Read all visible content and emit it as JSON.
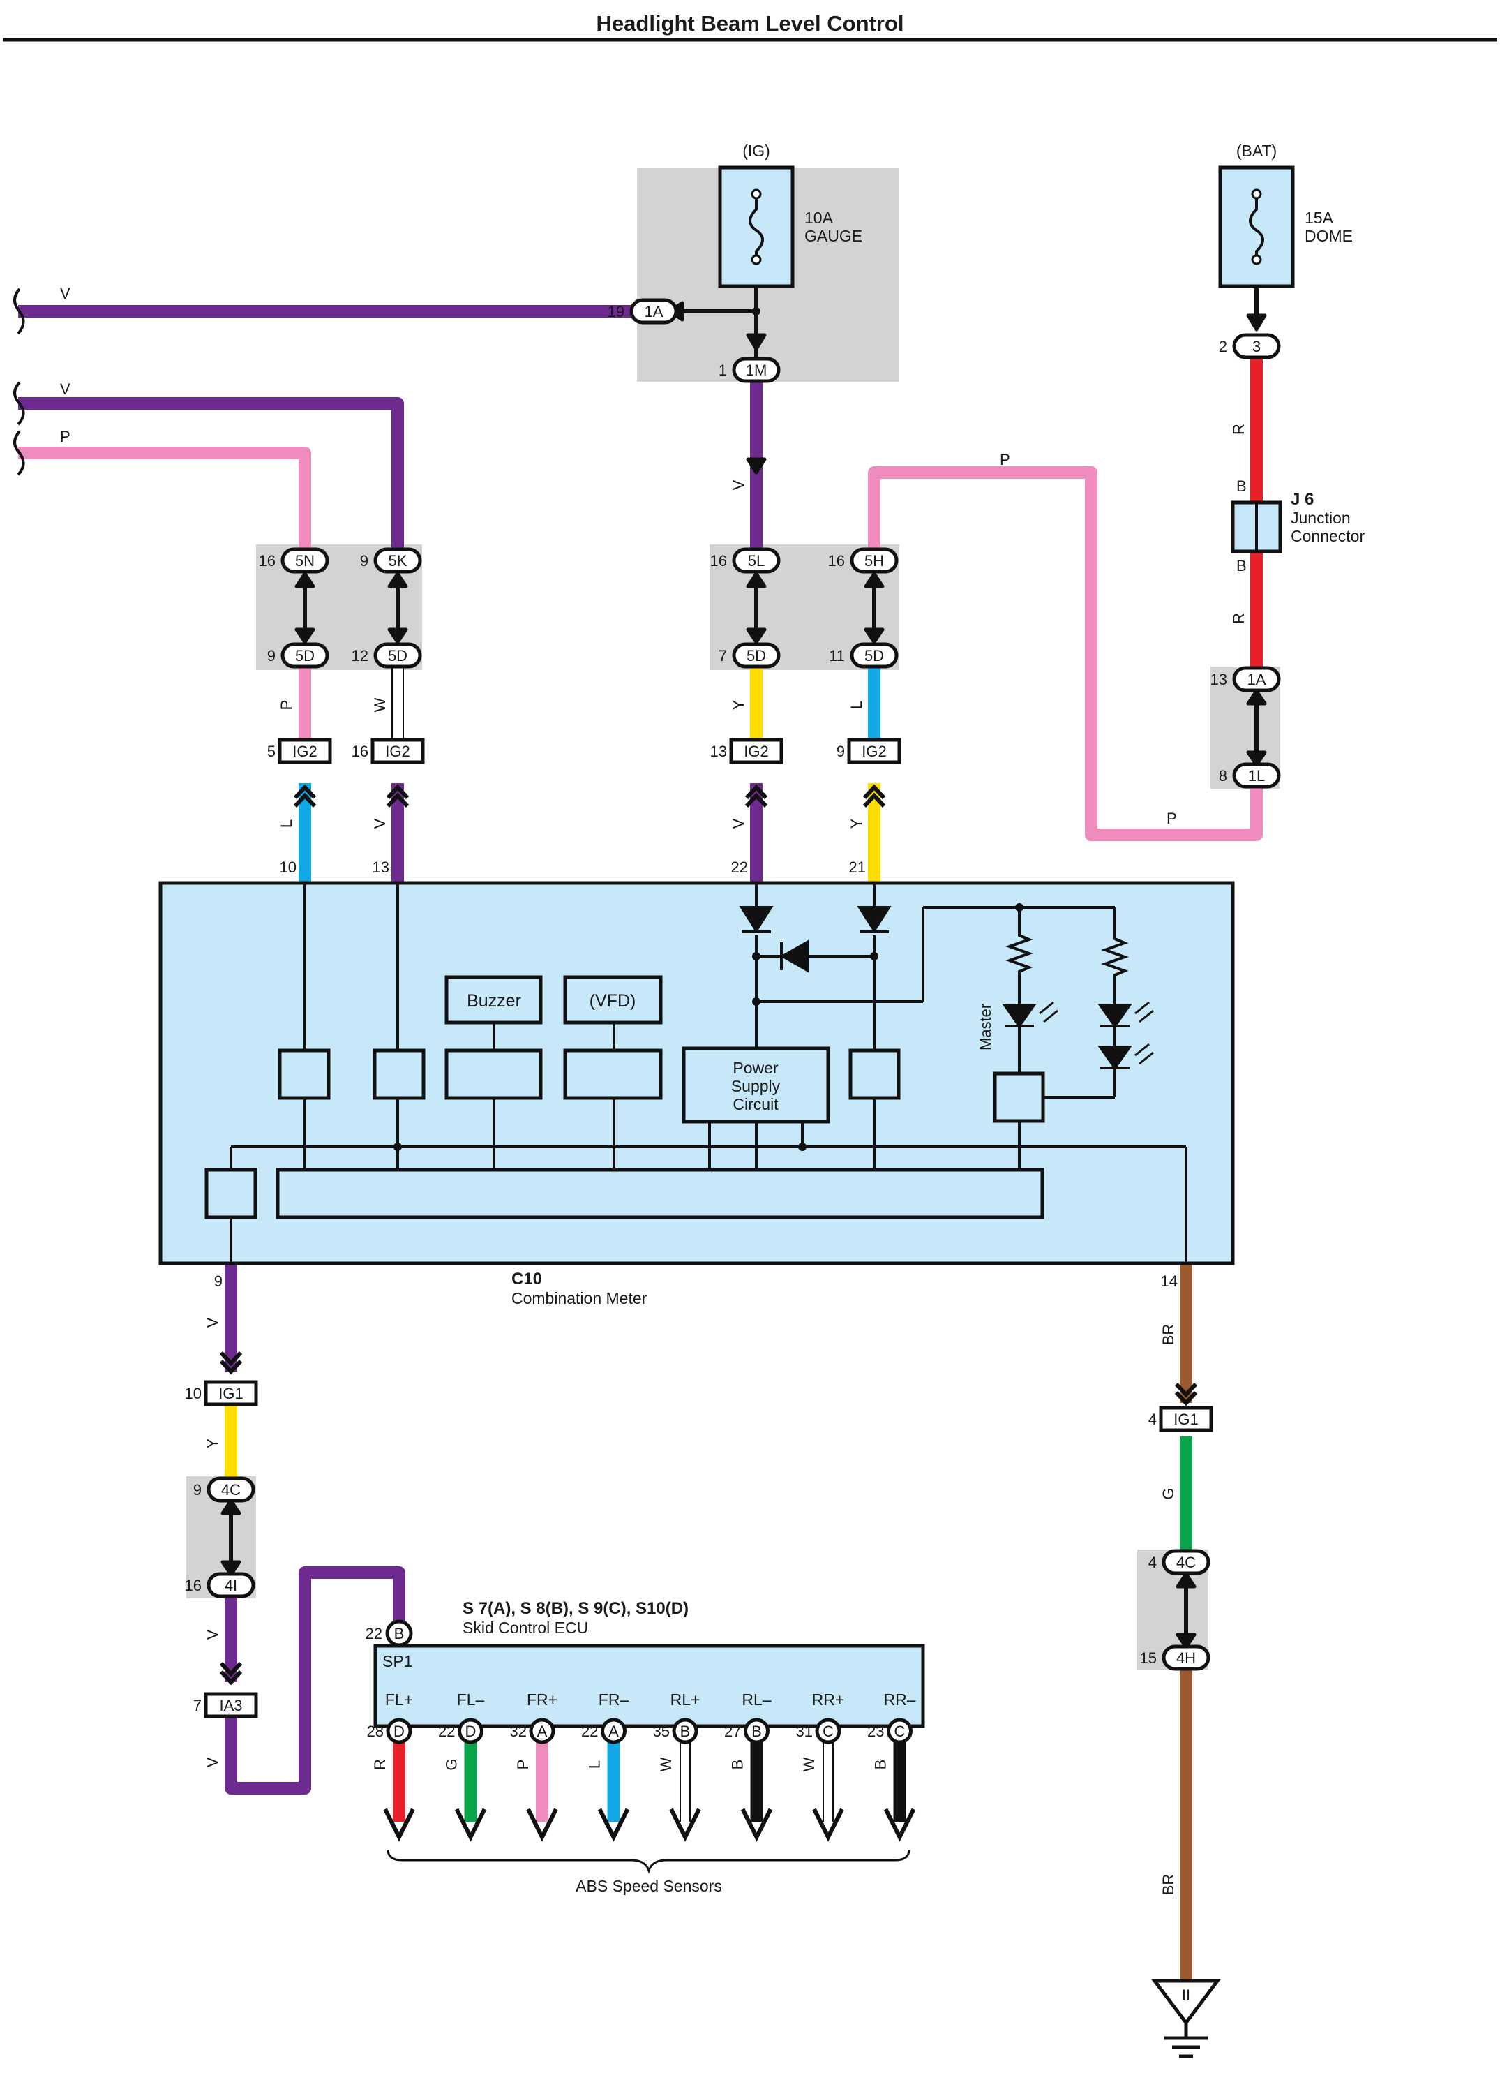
{
  "title": "Headlight Beam Level Control",
  "colors": {
    "V": "#6d2b8f",
    "P": "#f08bbd",
    "R": "#e8202a",
    "Y": "#fedd00",
    "L": "#11a8e6",
    "W": "#ffffff",
    "BR": "#9c5a30",
    "G": "#0aa54b",
    "B": "#111111",
    "shade": "#d3d3d3",
    "component": "#c7e8f8"
  },
  "labels": {
    "ig": "(IG)",
    "bat": "(BAT)",
    "fuse_gauge_amp": "10A",
    "fuse_gauge_name": "GAUGE",
    "fuse_dome_amp": "15A",
    "fuse_dome_name": "DOME",
    "j6_id": "J 6",
    "j6_line1": "Junction",
    "j6_line2": "Connector",
    "c10_id": "C10",
    "c10_name": "Combination Meter",
    "buzzer": "Buzzer",
    "vfd": "(VFD)",
    "psu_1": "Power",
    "psu_2": "Supply",
    "psu_3": "Circuit",
    "master": "Master",
    "ecu_id": "S 7(A), S 8(B), S 9(C), S10(D)",
    "ecu_name": "Skid Control ECU",
    "sp1": "SP1",
    "abs": "ABS Speed Sensors",
    "ground": "II"
  },
  "ecu_terminals": [
    {
      "name": "FL+",
      "pin": "28",
      "conn": "D",
      "color": "R"
    },
    {
      "name": "FL–",
      "pin": "22",
      "conn": "D",
      "color": "G"
    },
    {
      "name": "FR+",
      "pin": "32",
      "conn": "A",
      "color": "P"
    },
    {
      "name": "FR–",
      "pin": "22",
      "conn": "A",
      "color": "L"
    },
    {
      "name": "RL+",
      "pin": "35",
      "conn": "B",
      "color": "W"
    },
    {
      "name": "RL–",
      "pin": "27",
      "conn": "B",
      "color": "B"
    },
    {
      "name": "RR+",
      "pin": "31",
      "conn": "C",
      "color": "W"
    },
    {
      "name": "RR–",
      "pin": "23",
      "conn": "C",
      "color": "B"
    }
  ],
  "connectors": {
    "c_1a_top": {
      "pin": "19",
      "id": "1A"
    },
    "c_1m": {
      "pin": "1",
      "id": "1M"
    },
    "c_dome_3": {
      "pin": "2",
      "id": "3"
    },
    "c_5n": {
      "pin": "16",
      "id": "5N"
    },
    "c_5k": {
      "pin": "9",
      "id": "5K"
    },
    "c_5l": {
      "pin": "16",
      "id": "5L"
    },
    "c_5h": {
      "pin": "16",
      "id": "5H"
    },
    "c_5d_a": {
      "pin": "9",
      "id": "5D"
    },
    "c_5d_b": {
      "pin": "12",
      "id": "5D"
    },
    "c_5d_c": {
      "pin": "7",
      "id": "5D"
    },
    "c_5d_d": {
      "pin": "11",
      "id": "5D"
    },
    "c_ig2_a": {
      "pin": "5",
      "id": "IG2"
    },
    "c_ig2_b": {
      "pin": "16",
      "id": "IG2"
    },
    "c_ig2_c": {
      "pin": "13",
      "id": "IG2"
    },
    "c_ig2_d": {
      "pin": "9",
      "id": "IG2"
    },
    "c_1a_right": {
      "pin": "13",
      "id": "1A"
    },
    "c_1l": {
      "pin": "8",
      "id": "1L"
    },
    "c_ig1_left": {
      "pin": "10",
      "id": "IG1"
    },
    "c_4c_left": {
      "pin": "9",
      "id": "4C"
    },
    "c_4i": {
      "pin": "16",
      "id": "4I"
    },
    "c_ia3": {
      "pin": "7",
      "id": "IA3"
    },
    "c_ig1_right": {
      "pin": "4",
      "id": "IG1"
    },
    "c_4c_right": {
      "pin": "4",
      "id": "4C"
    },
    "c_4h": {
      "pin": "15",
      "id": "4H"
    },
    "c_sp1_b": {
      "pin": "22",
      "id": "B"
    }
  },
  "meter_pins": {
    "p10": "10",
    "p13": "13",
    "p22": "22",
    "p21": "21",
    "p9": "9",
    "p14": "14"
  },
  "wire_labels": {
    "w_top_v": "V",
    "w_v2": "V",
    "w_p1": "P",
    "w_v_1m": "V",
    "w_p_top": "P",
    "w_r1": "R",
    "w_b1": "B",
    "w_b2": "B",
    "w_r2": "R",
    "w_p_bottom": "P",
    "w_p_5d": "P",
    "w_w_5d": "W",
    "w_y_5d": "Y",
    "w_l_5d": "L",
    "w_l_ig2": "L",
    "w_v_ig2": "V",
    "w_v_ig2b": "V",
    "w_y_ig2": "Y",
    "w_v_c10": "V",
    "w_y_ig1": "Y",
    "w_v_4i": "V",
    "w_v_ia3": "V",
    "w_br_1": "BR",
    "w_g_1": "G",
    "w_br_2": "BR"
  }
}
